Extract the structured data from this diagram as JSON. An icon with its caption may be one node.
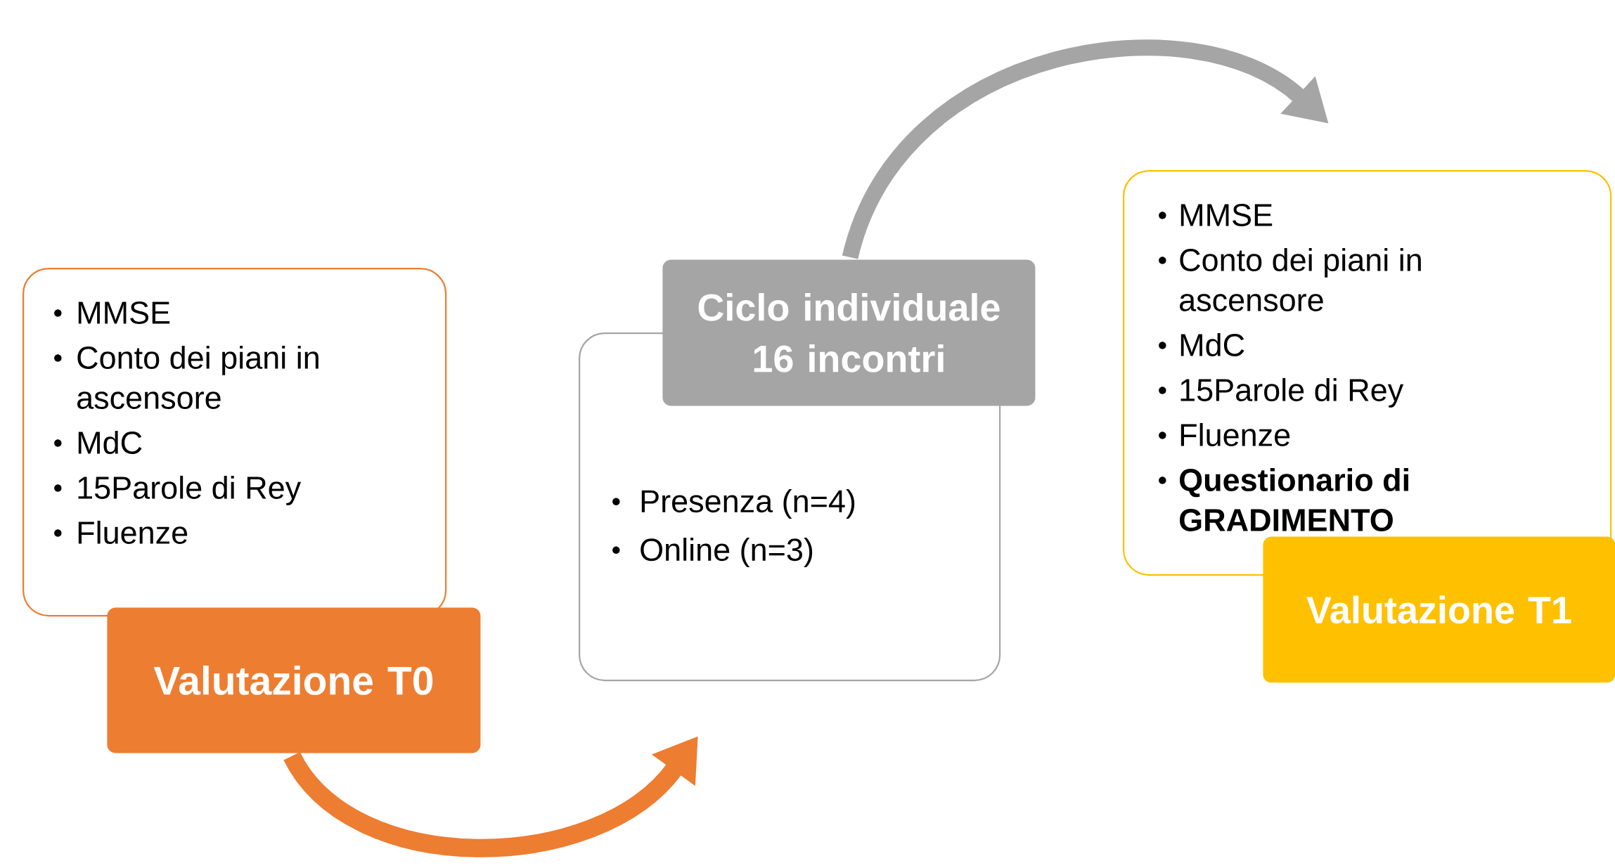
{
  "diagram": {
    "nodes": [
      {
        "text": [
          "MMSE",
          "Conto dei piani in ascensore",
          "MdC",
          "15Parole di Rey",
          "Fluenze"
        ]
      },
      {
        "text": [
          "Valutazione T0"
        ]
      },
      {
        "text": [
          "Ciclo individuale 16 incontri"
        ]
      },
      {
        "text": [
          "Presenza (n=4)",
          "Online (n=3)"
        ]
      },
      {
        "text": [
          "MMSE",
          "Conto dei piani in ascensore",
          "MdC",
          "15Parole di Rey",
          "Fluenze",
          "Questionario di GRADIMENTO"
        ]
      },
      {
        "text": [
          "Valutazione T1"
        ]
      }
    ],
    "edges": [
      {
        "from": 1,
        "to": 3,
        "arrow": "to",
        "color": "#ed7d31"
      },
      {
        "from": 2,
        "to": 4,
        "arrow": "to",
        "color": "#a5a5a5"
      }
    ]
  }
}
